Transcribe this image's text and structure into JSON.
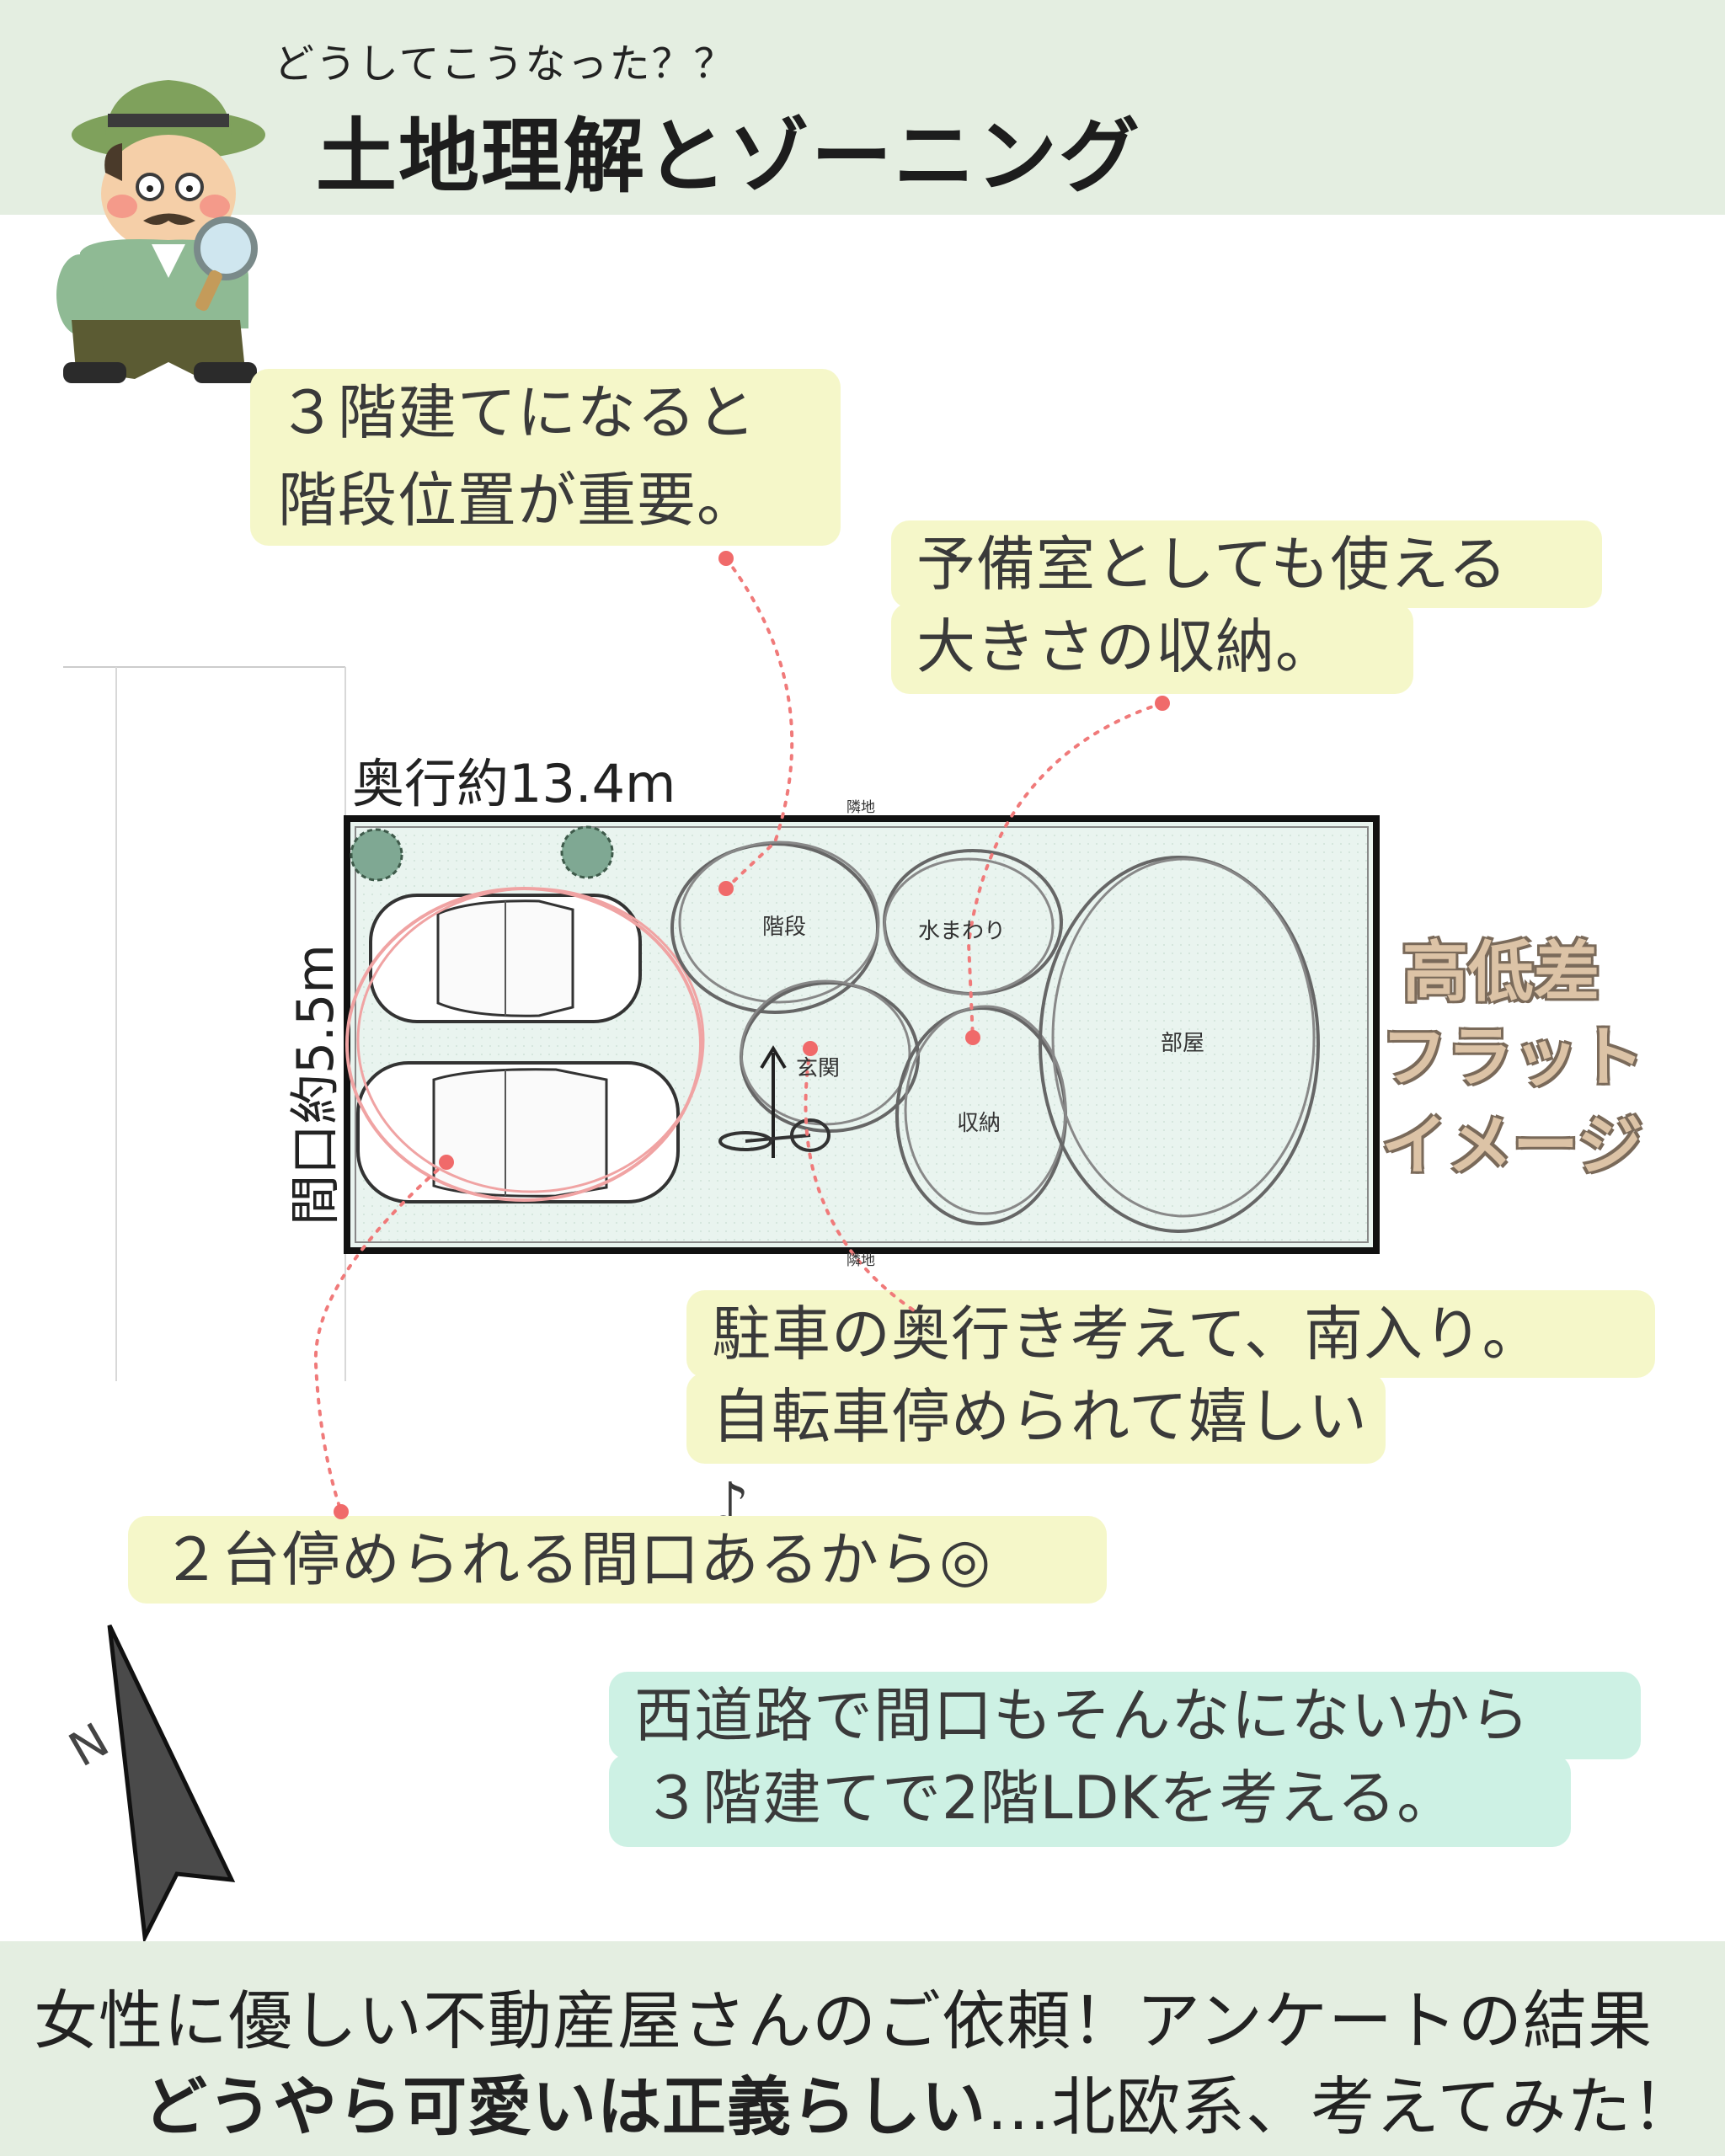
{
  "header": {
    "subtitle": "どうしてこうなった？？",
    "title": "土地理解とゾーニング"
  },
  "notes": {
    "stairs": [
      "３階建てになると",
      "階段位置が重要。"
    ],
    "storage": [
      "予備室としても使える",
      "大きさの収納。"
    ],
    "parking": [
      "駐車の奥行き考えて、南入り。",
      "自転車停められて嬉しい♪"
    ],
    "frontage": [
      "２台停められる間口あるから◎"
    ],
    "plan": [
      "西道路で間口もそんなにないから",
      "３階建てで2階LDKを考える。"
    ]
  },
  "dimensions": {
    "depth": "奥行約13.4m",
    "frontage": "間口約5.5m"
  },
  "plan_labels": {
    "neighbor_top": "隣地",
    "neighbor_bottom": "隣地",
    "stairs": "階段",
    "water": "水まわり",
    "entrance": "玄関",
    "storage": "収納",
    "room": "部屋"
  },
  "side_labels": {
    "level": "高低差",
    "flat": "フラット",
    "image": "イメージ"
  },
  "compass": {
    "north": "N"
  },
  "footer": {
    "line1": "女性に優しい不動産屋さんのご依頼！アンケートの結果",
    "line2_bold": "どうやら可愛いは正義らしい",
    "line2_rest": "…北欧系、考えてみた！"
  },
  "colors": {
    "band": "#e4eee1",
    "note_yellow": "#f5f7c9",
    "note_green": "#cdf1e4",
    "accent_dot": "#f06a6a",
    "plan_fill": "#e9f4ef",
    "tree": "#7fa893"
  }
}
